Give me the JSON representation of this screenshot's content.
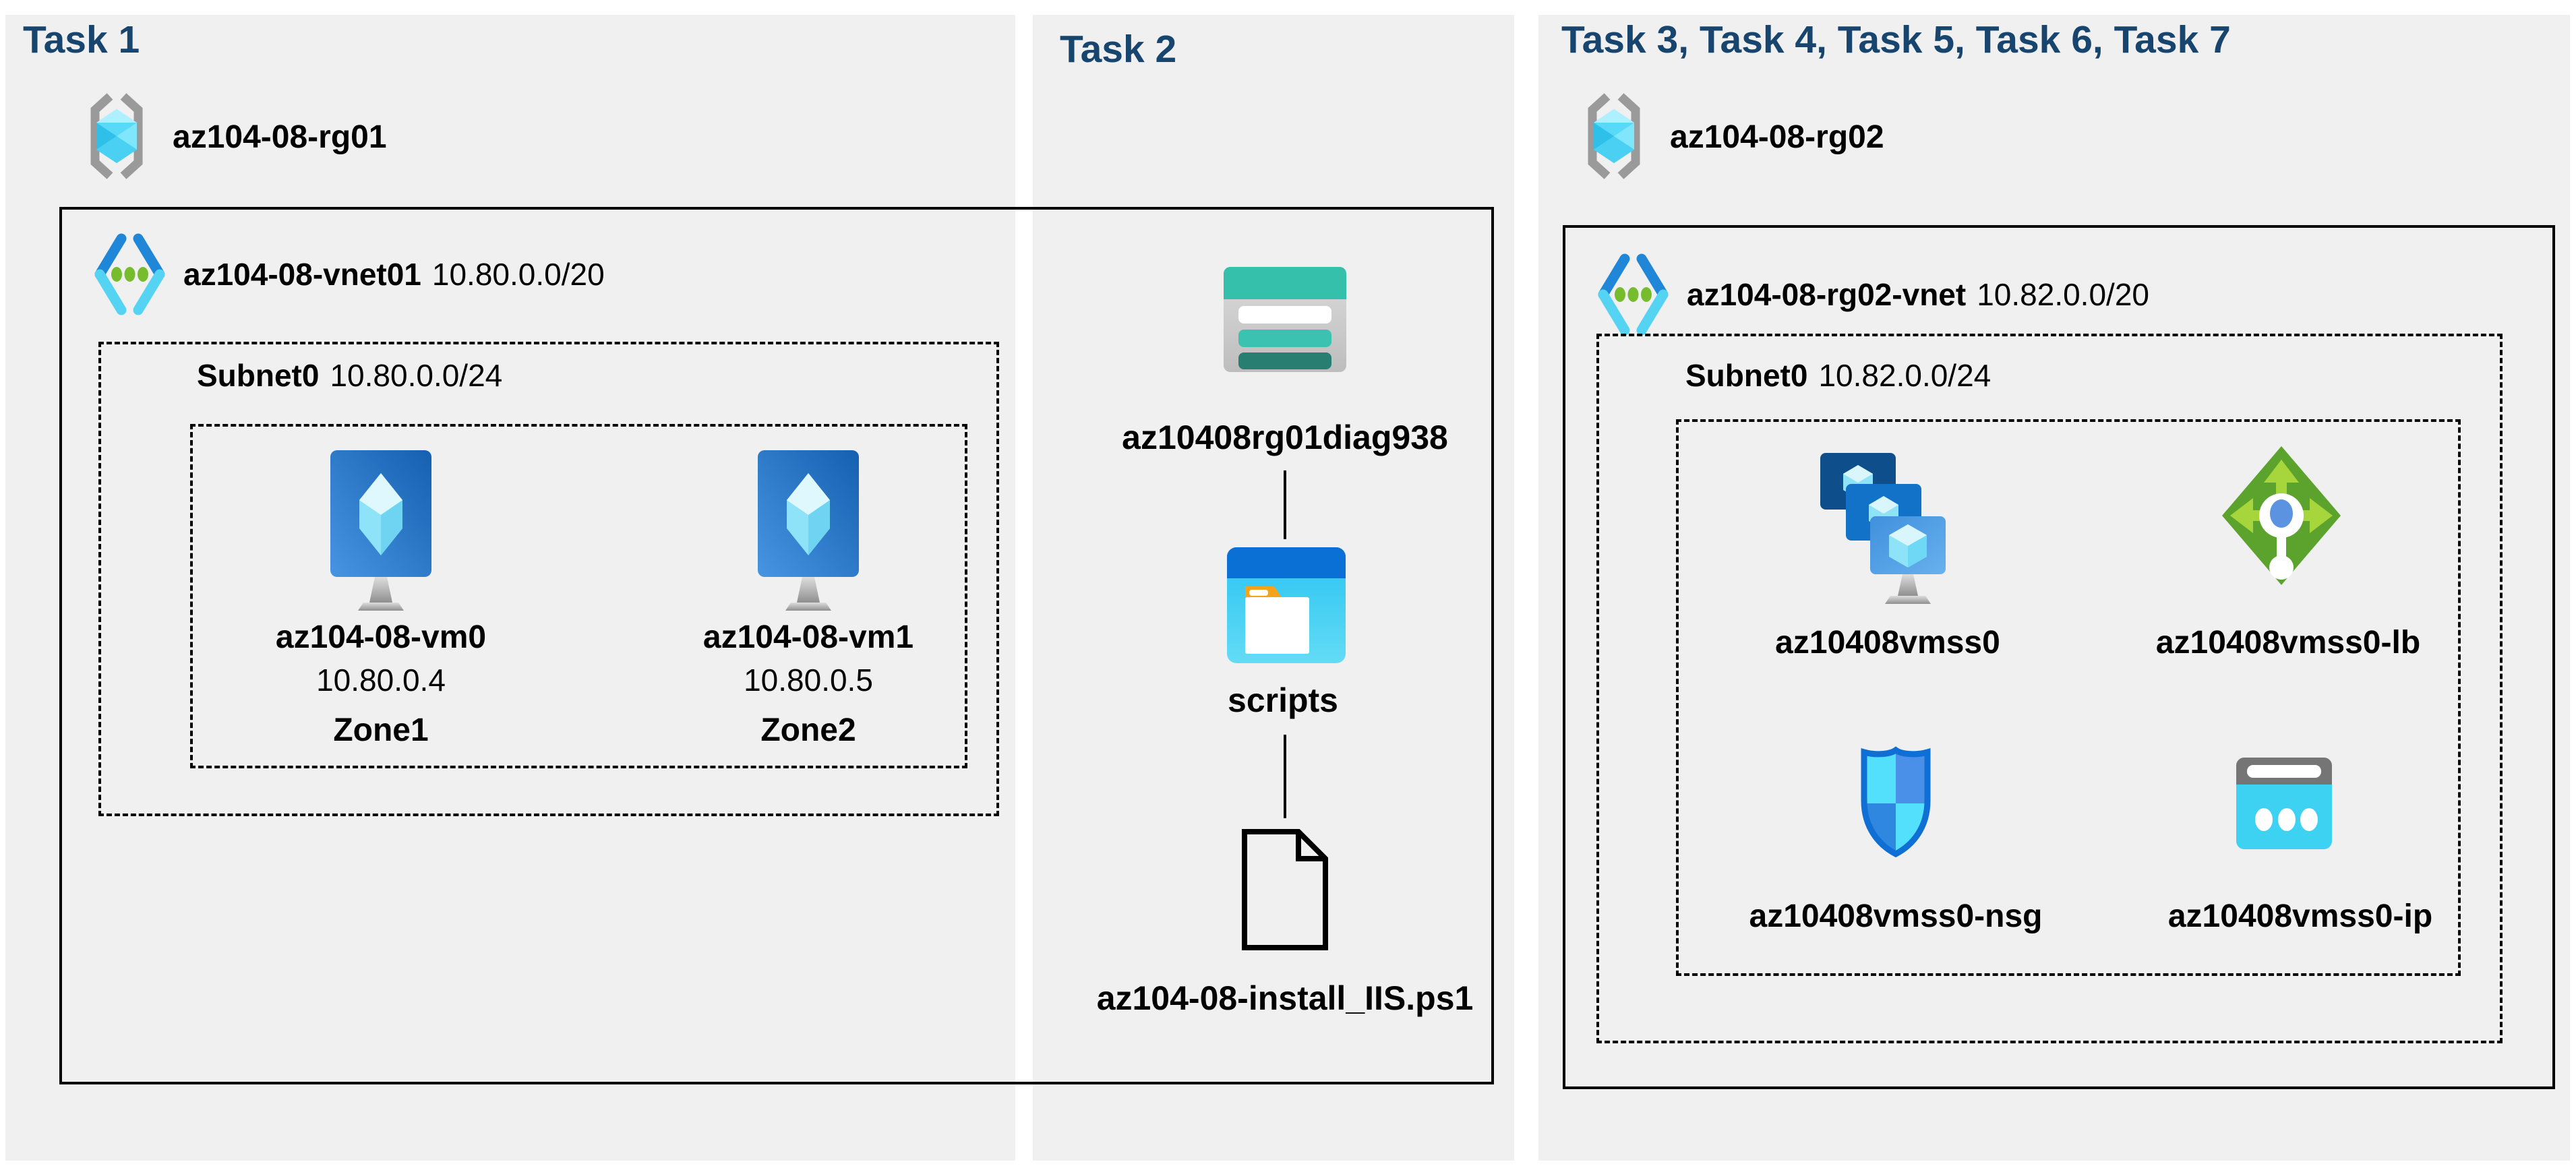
{
  "page": {
    "background": "#ffffff",
    "panel_bg": "#f0f0f0",
    "header_color": "#17456e",
    "border_color": "#000000"
  },
  "panels": [
    {
      "header": "Task 1",
      "resource_group": {
        "name": "az104-08-rg01",
        "icon": "resource-group-icon"
      },
      "vnet": {
        "name": "az104-08-vnet01",
        "cidr": "10.80.0.0/20",
        "icon": "virtual-network-icon"
      },
      "subnet": {
        "name": "Subnet0",
        "cidr": "10.80.0.0/24"
      },
      "vms": [
        {
          "name": "az104-08-vm0",
          "ip": "10.80.0.4",
          "zone": "Zone1",
          "icon": "virtual-machine-icon"
        },
        {
          "name": "az104-08-vm1",
          "ip": "10.80.0.5",
          "zone": "Zone2",
          "icon": "virtual-machine-icon"
        }
      ]
    },
    {
      "header": "Task 2",
      "storage_account": {
        "name": "az10408rg01diag938",
        "icon": "storage-account-icon"
      },
      "container": {
        "name": "scripts",
        "icon": "blob-container-icon"
      },
      "file": {
        "name": "az104-08-install_IIS.ps1",
        "icon": "document-icon"
      }
    },
    {
      "header": "Task 3, Task 4, Task 5, Task 6, Task 7",
      "resource_group": {
        "name": "az104-08-rg02",
        "icon": "resource-group-icon"
      },
      "vnet": {
        "name": "az104-08-rg02-vnet",
        "cidr": "10.82.0.0/20",
        "icon": "virtual-network-icon"
      },
      "subnet": {
        "name": "Subnet0",
        "cidr": "10.82.0.0/24"
      },
      "resources": [
        {
          "name": "az10408vmss0",
          "type": "vm-scale-set",
          "icon": "vm-scale-set-icon"
        },
        {
          "name": "az10408vmss0-lb",
          "type": "load-balancer",
          "icon": "load-balancer-icon"
        },
        {
          "name": "az10408vmss0-nsg",
          "type": "network-security-group",
          "icon": "nsg-shield-icon"
        },
        {
          "name": "az10408vmss0-ip",
          "type": "public-ip",
          "icon": "public-ip-icon"
        }
      ]
    }
  ],
  "colors": {
    "storage_teal": "#35c0ac",
    "storage_teal_dark": "#287e70",
    "container_blue": "#0a70d6",
    "container_cyan": "#29c2f0",
    "folder_orange": "#f7a21b",
    "vm_blue": "#1f6cbd",
    "gem_cyan": "#50e6ff",
    "lb_green": "#5ba32c",
    "lb_arrow_green": "#a6d63c",
    "nsg_outline_blue": "#0f6fd4",
    "nsg_cyan": "#53e0fd",
    "nsg_blue": "#4a90e8",
    "ip_cyan": "#3dd1f2",
    "ip_gray": "#757575",
    "bracket_gray": "#9a9a9a",
    "dot_green": "#76bc2d"
  }
}
